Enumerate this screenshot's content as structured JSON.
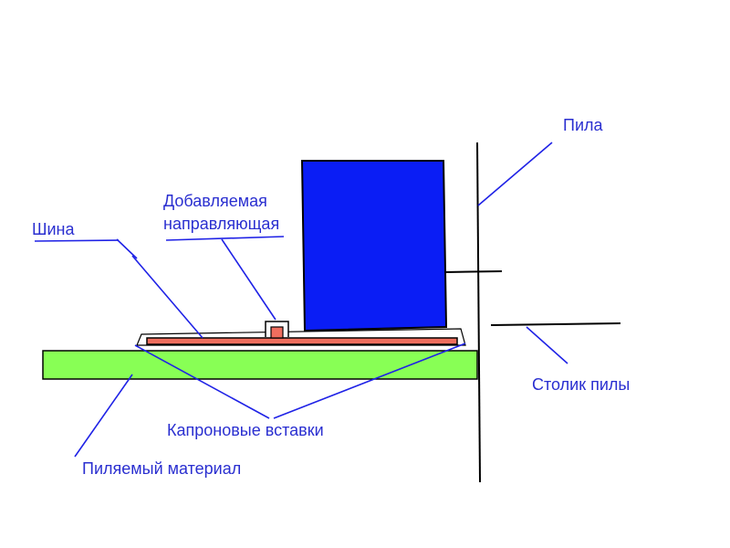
{
  "colors": {
    "label": "#2a2fd0",
    "leader": "#1f22e6",
    "black": "#000000",
    "block": "#0a1df5",
    "material": "#88ff55",
    "rail": "#ef6e5e",
    "white": "#ffffff"
  },
  "labels": {
    "saw": "Пила",
    "guide_line1": "Добавляемая",
    "guide_line2": "направляющая",
    "rail": "Шина",
    "saw_table": "Столик пилы",
    "nylon_inserts": "Капроновые вставки",
    "workpiece": "Пиляемый материал"
  }
}
